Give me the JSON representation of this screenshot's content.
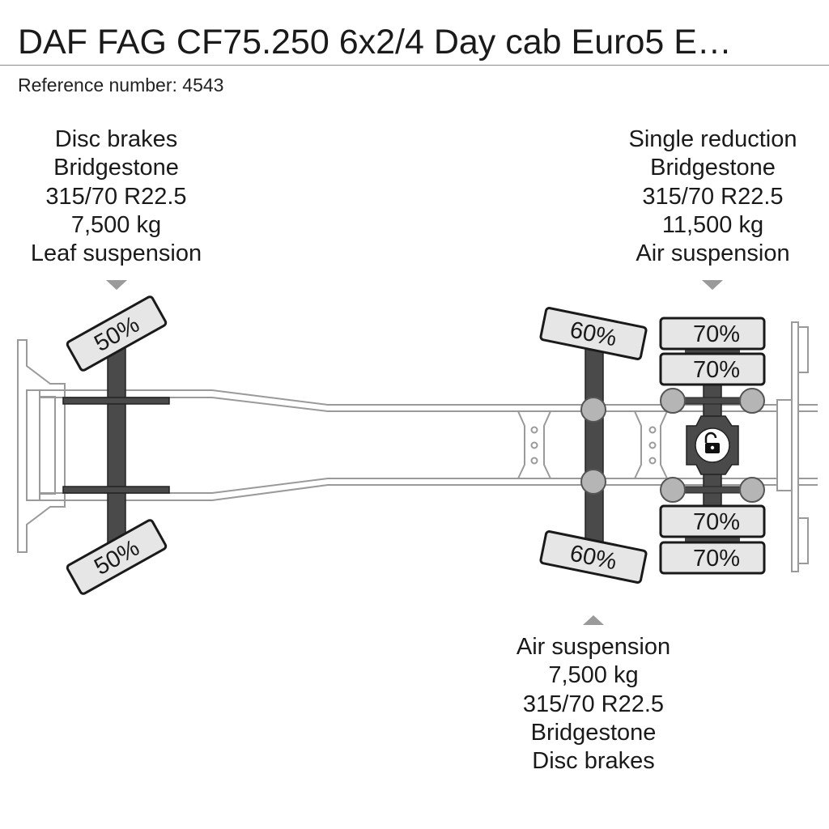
{
  "header": {
    "title": "DAF FAG CF75.250 6x2/4 Day cab Euro5 E…",
    "reference_label": "Reference number:",
    "reference_value": "4543"
  },
  "axles": [
    {
      "position": "front",
      "spec_lines": [
        "Disc brakes",
        "Bridgestone",
        "315/70 R22.5",
        "7,500 kg",
        "Leaf suspension"
      ],
      "tyre_wear": [
        "50%",
        "50%"
      ]
    },
    {
      "position": "second",
      "spec_lines": [
        "Air suspension",
        "7,500 kg",
        "315/70 R22.5",
        "Bridgestone",
        "Disc brakes"
      ],
      "tyre_wear": [
        "60%",
        "60%"
      ]
    },
    {
      "position": "rear",
      "spec_lines": [
        "Single reduction",
        "Bridgestone",
        "315/70 R22.5",
        "11,500 kg",
        "Air suspension"
      ],
      "tyre_wear": [
        "70%",
        "70%",
        "70%",
        "70%"
      ]
    }
  ],
  "colors": {
    "frame_stroke": "#9a9a9a",
    "axle_fill": "#4a4a4a",
    "tyre_fill": "#e6e6e6",
    "tyre_stroke": "#1a1a1a",
    "pointer": "#9a9a9a"
  },
  "icons": {
    "differential_lock": "unlocked-padlock-icon"
  }
}
